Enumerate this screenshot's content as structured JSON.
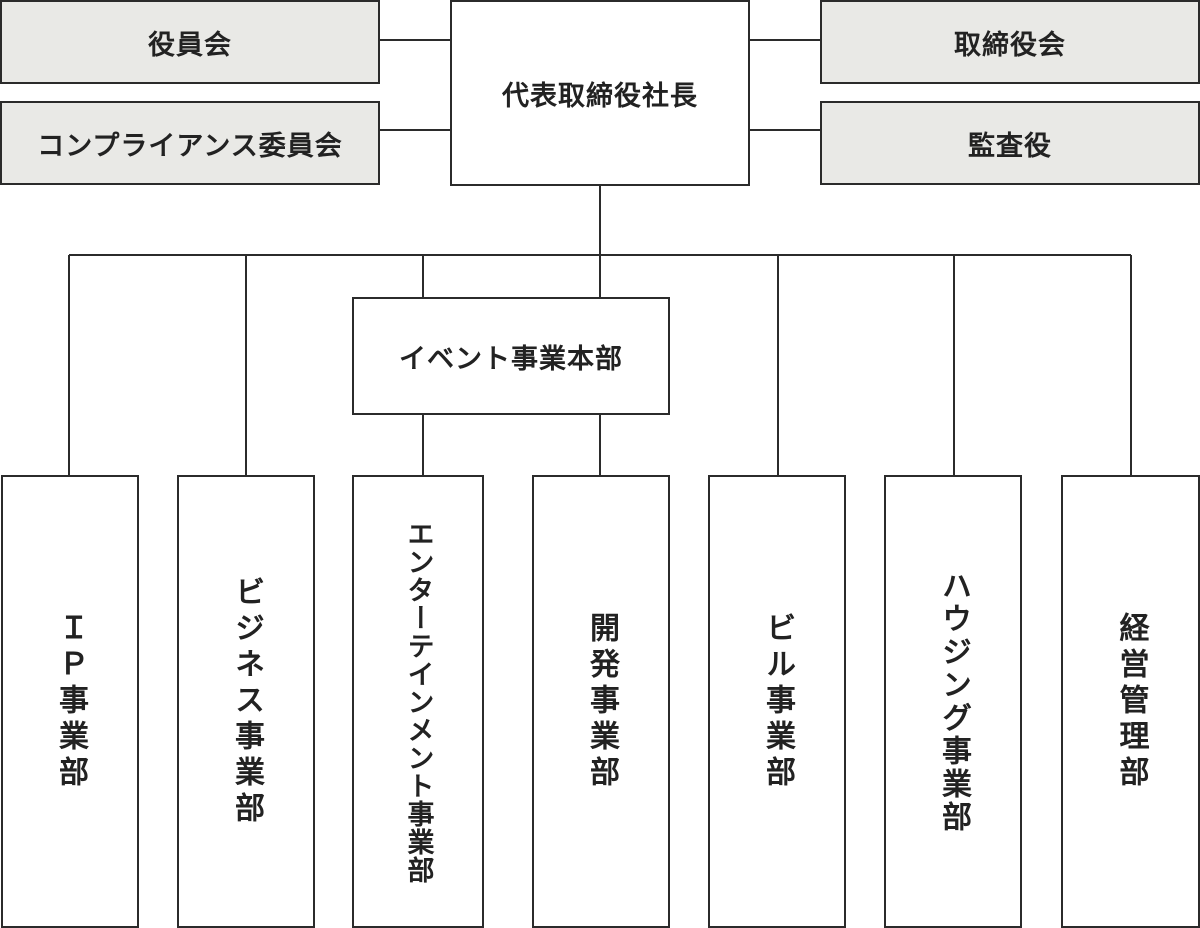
{
  "top": {
    "center": "代表取締役社長",
    "left": [
      "役員会",
      "コンプライアンス委員会"
    ],
    "right": [
      "取締役会",
      "監査役"
    ]
  },
  "division": "イベント事業本部",
  "departments": [
    "ＩＰ事業部",
    "ビジネス事業部",
    "エンターテインメント事業部",
    "開発事業部",
    "ビル事業部",
    "ハウジング事業部",
    "経営管理部"
  ],
  "colors": {
    "line": "#2b2b2b",
    "gray_box": "#e9e9e6",
    "text": "#222222"
  }
}
